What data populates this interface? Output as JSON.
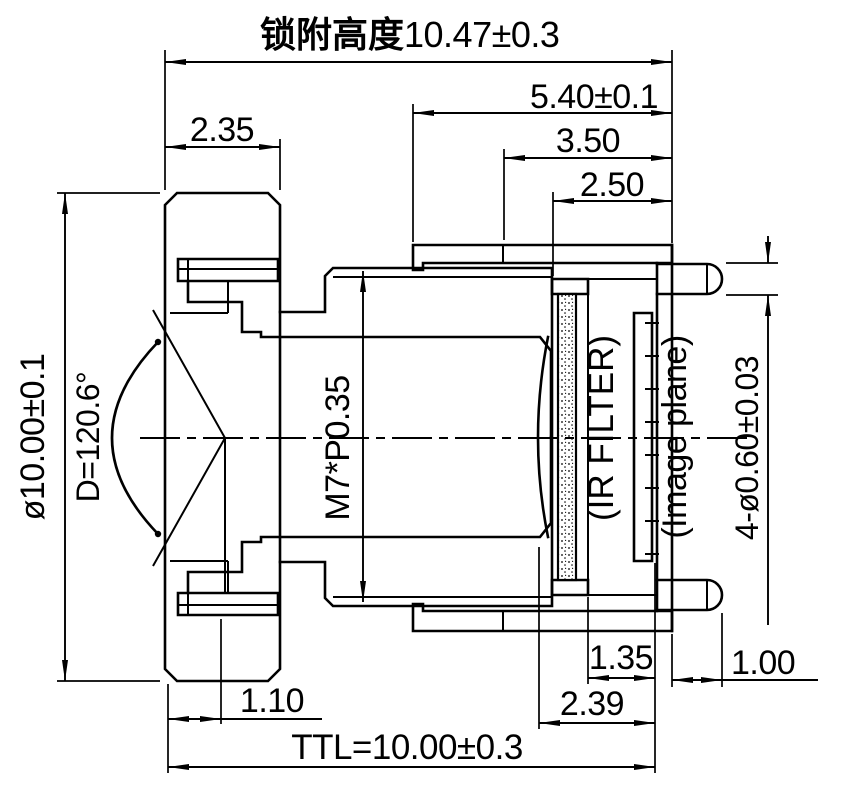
{
  "drawing": {
    "background": "#ffffff",
    "line_color": "#000000",
    "labels": {
      "lock_height_prefix": "锁附高度",
      "lock_height_value": "10.47±0.3",
      "barrel_length": "5.40±0.1",
      "dim_350": "3.50",
      "dim_250": "2.50",
      "dim_235": "2.35",
      "outer_diameter": "ø10.00±0.1",
      "fov_diameter": "D=120.6°",
      "thread_spec": "M7*P0.35",
      "ir_filter": "(IR FILTER)",
      "image_plane": "(Image plane)",
      "mount_holes": "4-ø0.60±0.03",
      "dim_135": "1.35",
      "dim_100": "1.00",
      "dim_239": "2.39",
      "dim_110": "1.10",
      "ttl": "TTL=10.00±0.3"
    }
  }
}
